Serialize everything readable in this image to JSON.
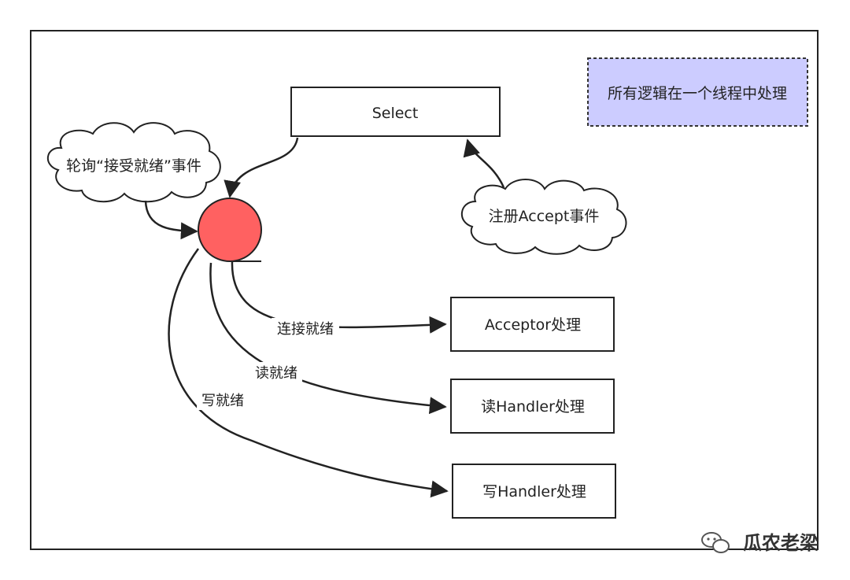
{
  "select_label": "Select",
  "note_label": "所有逻辑在一个线程中处理",
  "cloud_poll_label": "轮询“接受就绪”事件",
  "cloud_register_label": "注册Accept事件",
  "handlers": {
    "acceptor": "Acceptor处理",
    "read": "读Handler处理",
    "write": "写Handler处理"
  },
  "edges": {
    "connect_ready": "连接就绪",
    "read_ready": "读就绪",
    "write_ready": "写就绪"
  },
  "watermark": "瓜农老梁",
  "colors": {
    "circle_fill": "#ff6161",
    "note_fill": "#ccccff",
    "stroke": "#222222"
  }
}
